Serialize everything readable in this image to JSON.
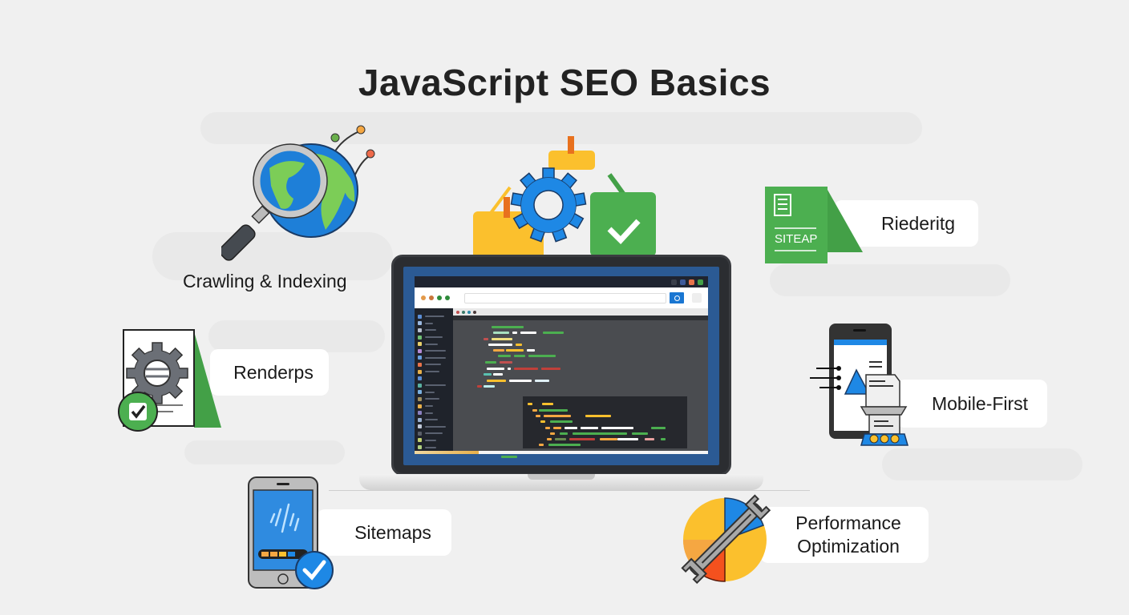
{
  "title": "JavaScript SEO Basics",
  "features": {
    "crawling": {
      "label": "Crawling & Indexing",
      "icon": "globe-magnifier-icon"
    },
    "rendering": {
      "label": "Riederitg",
      "icon": "sitemap-document-icon",
      "badge_text": "SITEAP"
    },
    "renderps": {
      "label": "Renderps",
      "icon": "gear-document-check-icon"
    },
    "mobile": {
      "label": "Mobile-First",
      "icon": "mobile-printer-icon"
    },
    "sitemaps": {
      "label": "Sitemaps",
      "icon": "phone-check-icon"
    },
    "performance": {
      "label": "Performance Optimization",
      "label_line1": "Performance",
      "label_line2": "Optimization",
      "icon": "wrench-pie-chart-icon"
    }
  },
  "center": {
    "device": "laptop-icon",
    "above_icons": [
      "yellow-tag-icon",
      "blue-gear-icon",
      "green-check-tag-icon"
    ]
  },
  "colors": {
    "background": "#f0f0f0",
    "title": "#222222",
    "green": "#4caf50",
    "blue": "#1e88e5",
    "yellow": "#fbc02d",
    "orange": "#f4511e",
    "dark": "#2b2d31"
  }
}
